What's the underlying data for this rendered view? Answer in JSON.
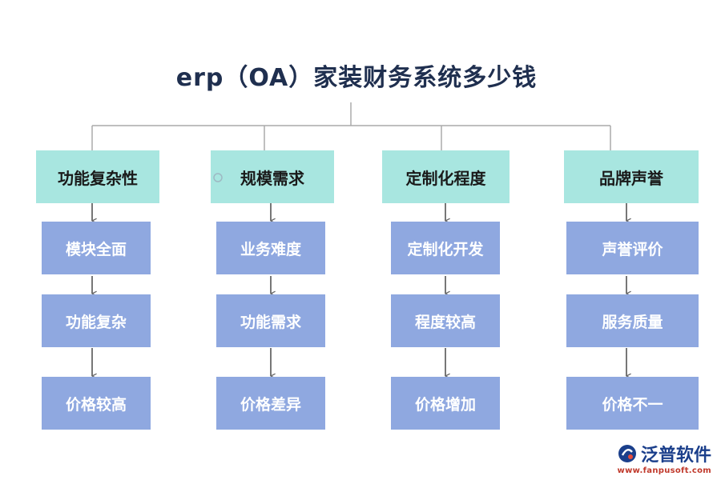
{
  "title": "erp（OA）家装财务系统多少钱",
  "columns": [
    {
      "head": "功能复杂性",
      "items": [
        "模块全面",
        "功能复杂",
        "价格较高"
      ]
    },
    {
      "head": "规模需求",
      "items": [
        "业务难度",
        "功能需求",
        "价格差异"
      ]
    },
    {
      "head": "定制化程度",
      "items": [
        "定制化开发",
        "程度较高",
        "价格增加"
      ]
    },
    {
      "head": "品牌声誉",
      "items": [
        "声誉评价",
        "服务质量",
        "价格不一"
      ]
    }
  ],
  "logo": {
    "name": "泛普软件",
    "url": "www.fanpusoft.com",
    "icon": "fanpu-logo-icon"
  },
  "colors": {
    "head_bg": "#a8e6e0",
    "item_bg": "#8fa8e0",
    "connector": "#999999",
    "arrow": "#666666",
    "title": "#1f2f4f"
  }
}
